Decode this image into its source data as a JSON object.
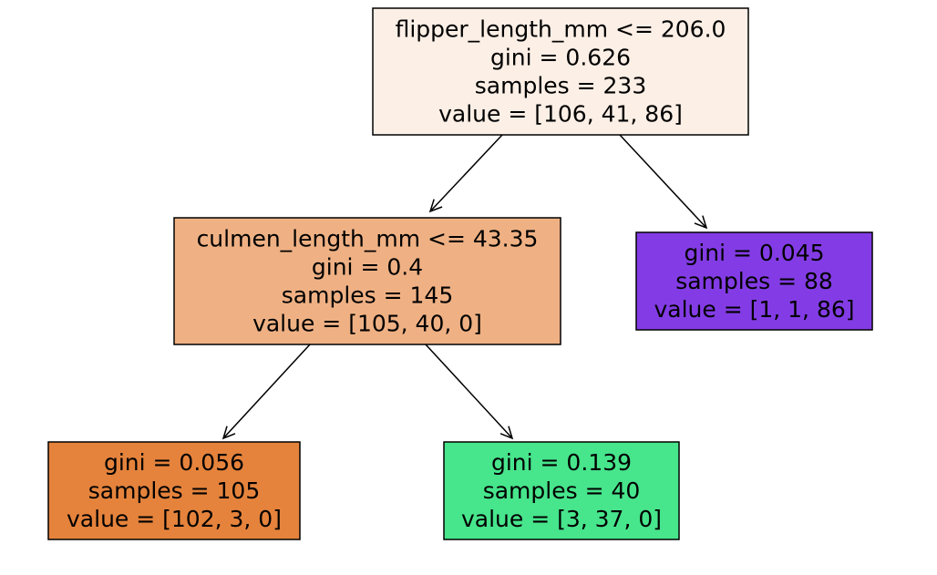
{
  "tree": {
    "nodes": [
      {
        "id": "root",
        "fill": "#fcefe6",
        "lines": [
          "flipper_length_mm <= 206.0",
          "gini = 0.626",
          "samples = 233",
          "value = [106, 41, 86]"
        ]
      },
      {
        "id": "left",
        "fill": "#efb184",
        "lines": [
          "culmen_length_mm <= 43.35",
          "gini = 0.4",
          "samples = 145",
          "value = [105, 40, 0]"
        ]
      },
      {
        "id": "right",
        "fill": "#833ce5",
        "lines": [
          "gini = 0.045",
          "samples = 88",
          "value = [1, 1, 86]"
        ]
      },
      {
        "id": "left-left",
        "fill": "#e5833c",
        "lines": [
          "gini = 0.056",
          "samples = 105",
          "value = [102, 3, 0]"
        ]
      },
      {
        "id": "left-right",
        "fill": "#47e58c",
        "lines": [
          "gini = 0.139",
          "samples = 40",
          "value = [3, 37, 0]"
        ]
      }
    ],
    "edges": [
      {
        "from": "root",
        "to": "left"
      },
      {
        "from": "root",
        "to": "right"
      },
      {
        "from": "left",
        "to": "left-left"
      },
      {
        "from": "left",
        "to": "left-right"
      }
    ]
  }
}
